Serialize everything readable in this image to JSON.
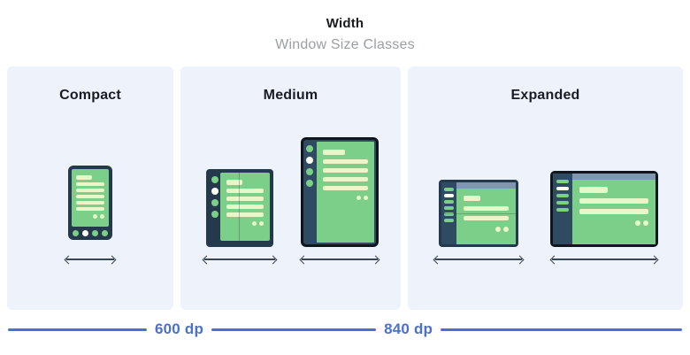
{
  "header": {
    "title": "Width",
    "subtitle": "Window Size Classes"
  },
  "panels": [
    {
      "label": "Compact"
    },
    {
      "label": "Medium"
    },
    {
      "label": "Expanded"
    }
  ],
  "breakpoints": {
    "first": "600 dp",
    "second": "840 dp"
  },
  "colors": {
    "panel-bg": "#edf2fb",
    "green": "#7ccf88",
    "cream": "#e9f6c9",
    "cream-bright": "#fdfdf0",
    "navy": "#24394c",
    "navy2": "#2e4b61",
    "bluegray": "#7e97ad",
    "black": "#10161f",
    "blue": "#4a70d4",
    "arrow": "#39454f",
    "title": "#1b1c20",
    "subtitle": "#9aa0a6"
  }
}
